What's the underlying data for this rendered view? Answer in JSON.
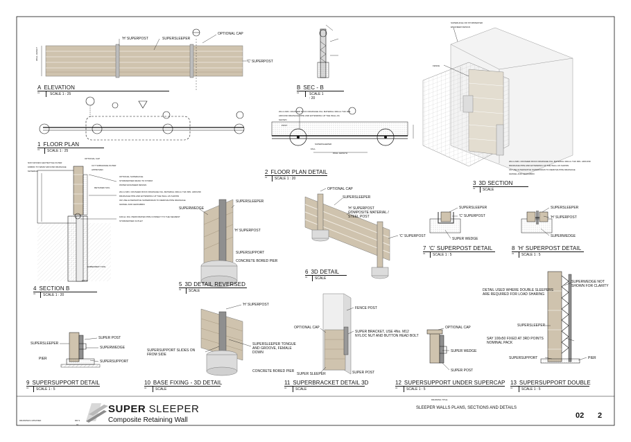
{
  "views": {
    "elevation": {
      "num": "A",
      "title": "ELEVATION",
      "scale": "SCALE  1 : 25",
      "sub": "01"
    },
    "sec_b": {
      "num": "B",
      "title": "SEC - B",
      "scale": "SCALE  1 : 20",
      "sub": "02"
    },
    "floor_plan": {
      "num": "1",
      "title": "FLOOR PLAN",
      "scale": "SCALE  1 : 25",
      "sub": "01"
    },
    "floor_plan_detail": {
      "num": "2",
      "title": "FLOOR PLAN DETAIL",
      "scale": "SCALE  1 : 20",
      "sub": "02"
    },
    "section_3d": {
      "num": "3",
      "title": "3D SECTION",
      "scale": "SCALE",
      "sub": "02"
    },
    "section_b": {
      "num": "4",
      "title": "SECTION B",
      "scale": "SCALE  1 : 20",
      "sub": "02"
    },
    "detail_reversed": {
      "num": "5",
      "title": "3D DETAIL REVERSED",
      "scale": "SCALE",
      "sub": "02"
    },
    "detail_3d": {
      "num": "6",
      "title": "3D DETAIL",
      "scale": "SCALE",
      "sub": "02"
    },
    "c_superpost": {
      "num": "7",
      "title": "'C' SUPERPOST DETAIL",
      "scale": "SCALE  1 : 5",
      "sub": "02"
    },
    "h_superpost": {
      "num": "8",
      "title": "'H' SUPERPOST DETAIL",
      "scale": "SCALE  1 : 5",
      "sub": "02"
    },
    "supersupport_detail": {
      "num": "9",
      "title": "SUPERSUPPORT DETAIL",
      "scale": "SCALE  1 : 5",
      "sub": "02"
    },
    "base_fixing": {
      "num": "10",
      "title": "BASE FIXING - 3D DETAIL",
      "scale": "SCALE",
      "sub": "02"
    },
    "superbracket": {
      "num": "11",
      "title": "SUPERBRACKET DETAIL 3D",
      "scale": "SCALE",
      "sub": "02"
    },
    "under_supercap": {
      "num": "12",
      "title": "SUPERSUPPORT UNDER SUPERCAP",
      "scale": "SCALE  1 : 5",
      "sub": "02"
    },
    "double": {
      "num": "13",
      "title": "SUPERSUPPORT DOUBLE",
      "scale": "SCALE  1 : 5",
      "sub": "02"
    }
  },
  "labels": {
    "h_superpost": "'H' SUPERPOST",
    "supersleeper": "SUPERSLEEPER",
    "optional_cap": "OPTIONAL CAP",
    "c_superpost": "'C' SUPERPOST",
    "wall_height": "WALL HEIGHT",
    "superwedge": "SUPERWEDGE",
    "supersupport": "SUPERSUPPORT",
    "concrete_pier": "CONCRETE BORED PIER",
    "composite_post": "'H' SUPERPOST\nCOMPOSITE MATERIAL /\nSTEEL POST",
    "super_wedge": "SUPER WEDGE",
    "slides_on": "SUPERSUPPORT SLIDES ON\nFROM SIDE",
    "tongue_groove": "SUPERSLEEPER TONGUE\nAND GROOVE, FEMALE\nDOWN",
    "fence_post": "FENCE POST",
    "bracket_note": "SUPER BRACKET, USE 4No. M12\nNYLOC NUT AND BUTTON HEAD BOLT",
    "super_sleeper": "SUPER SLEEPER",
    "super_post": "SUPER POST",
    "pier": "PIER",
    "double_note": "DETAIL USED WHERE DOUBLE SLEEPERS\nARE REQUIRED FOR LOAD SHARING",
    "wedge_not_shown": "SUPERWEDGE NOT\nSHOWN FOR CLARITY",
    "nominal_pack": "SAY 100x50 FIXED AT 3RD POINTS\nNOMINAL PACK",
    "gravel_note": "20mm MIN. CRUSHED ROCK DRAINAGE FILL MATERIAL 300mm THK MIN. AROUND\nDRAINAGE PIPE AND EXTENDING UP THE WALL AS SHOWN\nOR USE ALTERNATIVE SUPERDRAIN TO REMOVE PIPE DRAINAGE\nGRAVEL AND GEOFABRIC",
    "gravel_note_short": "20mm MIN. CRUSHED ROCK DRAINAGE FILL MATERIAL 300mm THK MIN.\nAROUND DRAINAGE PIPE AND EXTENDING UP THE WALL AS\nSHOWN",
    "fall": "FALL",
    "wall_length": "WALL LENGTH",
    "supersleeper_sm": "SUPERSLEEPER",
    "post_sm": "POST",
    "section_b_notes": [
      "NON WOVEN GEOTEXTILE FILTER\nFABRIC TO WRAP AROUND DRAINAGE\nMATERIAL",
      "OPTIONAL CAP",
      "CUT SUBGRADE AS PER\nAPPROVED",
      "OPTIONAL SUPERHOLE\nSTORMWATER DRAIN TO STORM\nWATER ENGINEER DESIGN",
      "RETAINED SOIL",
      "100mm DIA. PERFORATED PIPE CONNECT TO THE NEAREST\nSTORMWATER OUTLET",
      "EMBEDMENT SOIL",
      "FOOT"
    ],
    "section_3d_note": "SUPERHOLE OR STORMWATER\nENGINEER DESIGN",
    "section_3d_fence": "FENCE"
  },
  "title_block": {
    "brand_bold": "SUPER",
    "brand_light": "SLEEPER",
    "brand_sub": "Composite Retaining Wall",
    "drawing_title_label": "DRAWING TITLE",
    "drawing_title": "SLEEPER WALLS PLANS, SECTIONS AND DETAILS",
    "sheet_no": "02",
    "rev": "2",
    "small_left": "DRAWINGS  UPDATED",
    "small_mid": "DR  S",
    "small_mid2": "01"
  },
  "colors": {
    "sleeper": "#cfc3ae",
    "sleeper_dark": "#a89a82",
    "concrete": "#d9d9d9",
    "soil_hatch": "#9a9a9a",
    "line": "#111111"
  }
}
